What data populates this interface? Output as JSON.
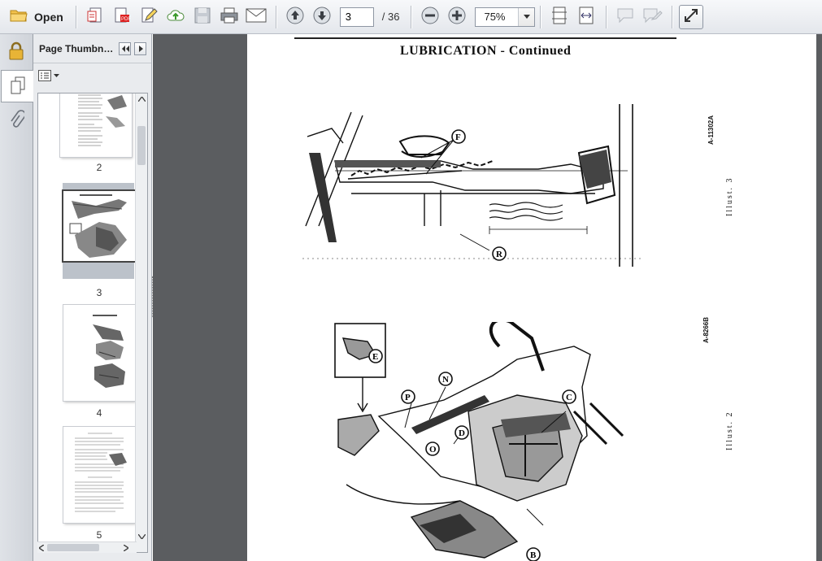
{
  "toolbar": {
    "open_label": "Open",
    "current_page": "3",
    "page_of": "/ 36",
    "zoom": "75%"
  },
  "panel": {
    "title": "Page Thumbna..."
  },
  "thumbnails": [
    {
      "label": "2"
    },
    {
      "label": "3"
    },
    {
      "label": "4"
    },
    {
      "label": "5"
    }
  ],
  "page": {
    "title": "LUBRICATION - Continued",
    "illus3_label": "Illust. 3",
    "illus3_code": "A-11302A",
    "illus2_label": "Illust. 2",
    "illus2_code": "A-8266B",
    "callouts": {
      "f": "F",
      "r": "R",
      "e": "E",
      "p": "P",
      "n": "N",
      "c": "C",
      "d": "D",
      "o": "O",
      "b": "B"
    }
  },
  "colors": {
    "toolbar_bg": "#e4e7ec",
    "doc_bg": "#5b5d60",
    "panel_bg": "#e9ebee"
  }
}
